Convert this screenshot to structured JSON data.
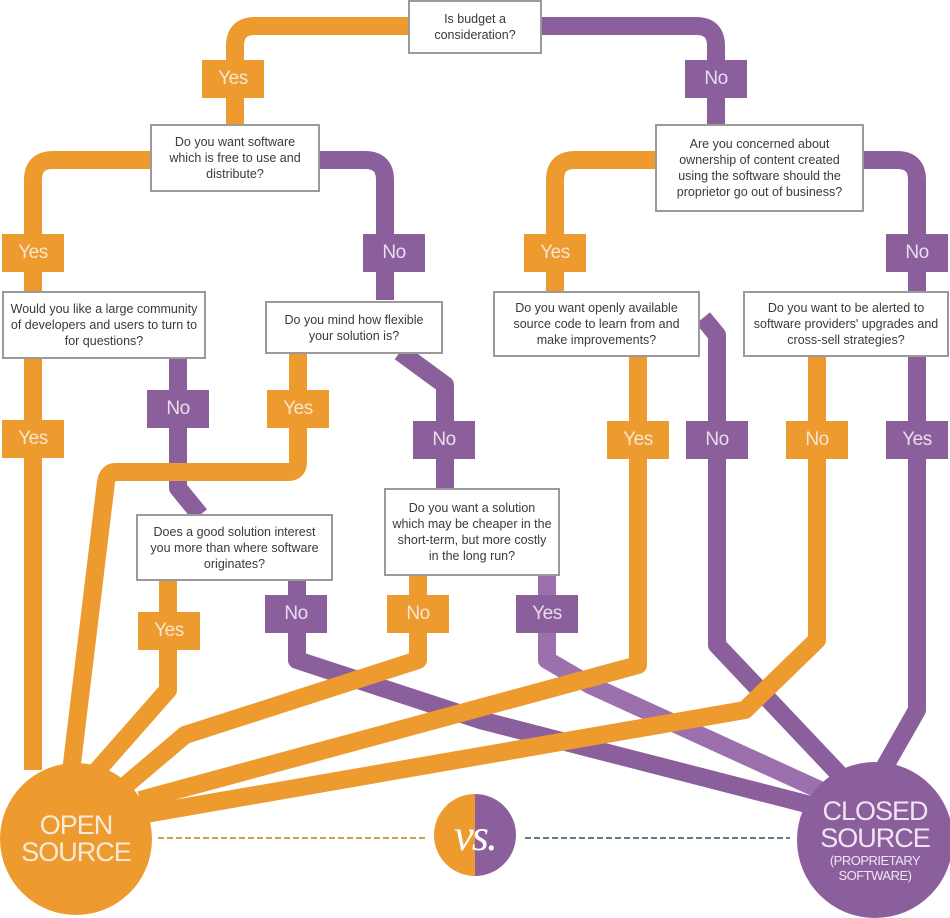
{
  "colors": {
    "open": "#ED9A2E",
    "open_dark": "#E2651A",
    "closed": "#8B5F9C",
    "closed_dark": "#6A4280",
    "box_border": "#9a9a9a"
  },
  "questions": {
    "q_budget": "Is budget a consideration?",
    "q_free": "Do you want software which is free to use and distribute?",
    "q_ownership": "Are you concerned about ownership of content created using the software should the proprietor go out of business?",
    "q_community": "Would you like a large community of developers and users to turn to for questions?",
    "q_flexible": "Do you mind how flexible your solution is?",
    "q_source_code": "Do you want openly available source code to learn from and make improvements?",
    "q_alerted": "Do you want to be alerted to software providers' upgrades and cross-sell strategies?",
    "q_good_solution": "Does a good solution interest you more than where software originates?",
    "q_cheaper": "Do you want a solution which may be cheaper in the short-term, but more costly in the long run?"
  },
  "answers": {
    "budget_yes": "Yes",
    "budget_no": "No",
    "free_yes": "Yes",
    "free_no": "No",
    "own_yes": "Yes",
    "own_no": "No",
    "comm_yes": "Yes",
    "comm_no": "No",
    "flex_yes": "Yes",
    "flex_no": "No",
    "src_yes": "Yes",
    "src_no": "No",
    "alert_no": "No",
    "alert_yes": "Yes",
    "good_yes": "Yes",
    "good_no": "No",
    "cheap_no": "No",
    "cheap_yes": "Yes"
  },
  "outcomes": {
    "open_line1": "OPEN",
    "open_line2": "SOURCE",
    "closed_line1": "CLOSED",
    "closed_line2": "SOURCE",
    "closed_sub1": "(PROPRIETARY",
    "closed_sub2": "SOFTWARE)",
    "vs": "vs."
  }
}
